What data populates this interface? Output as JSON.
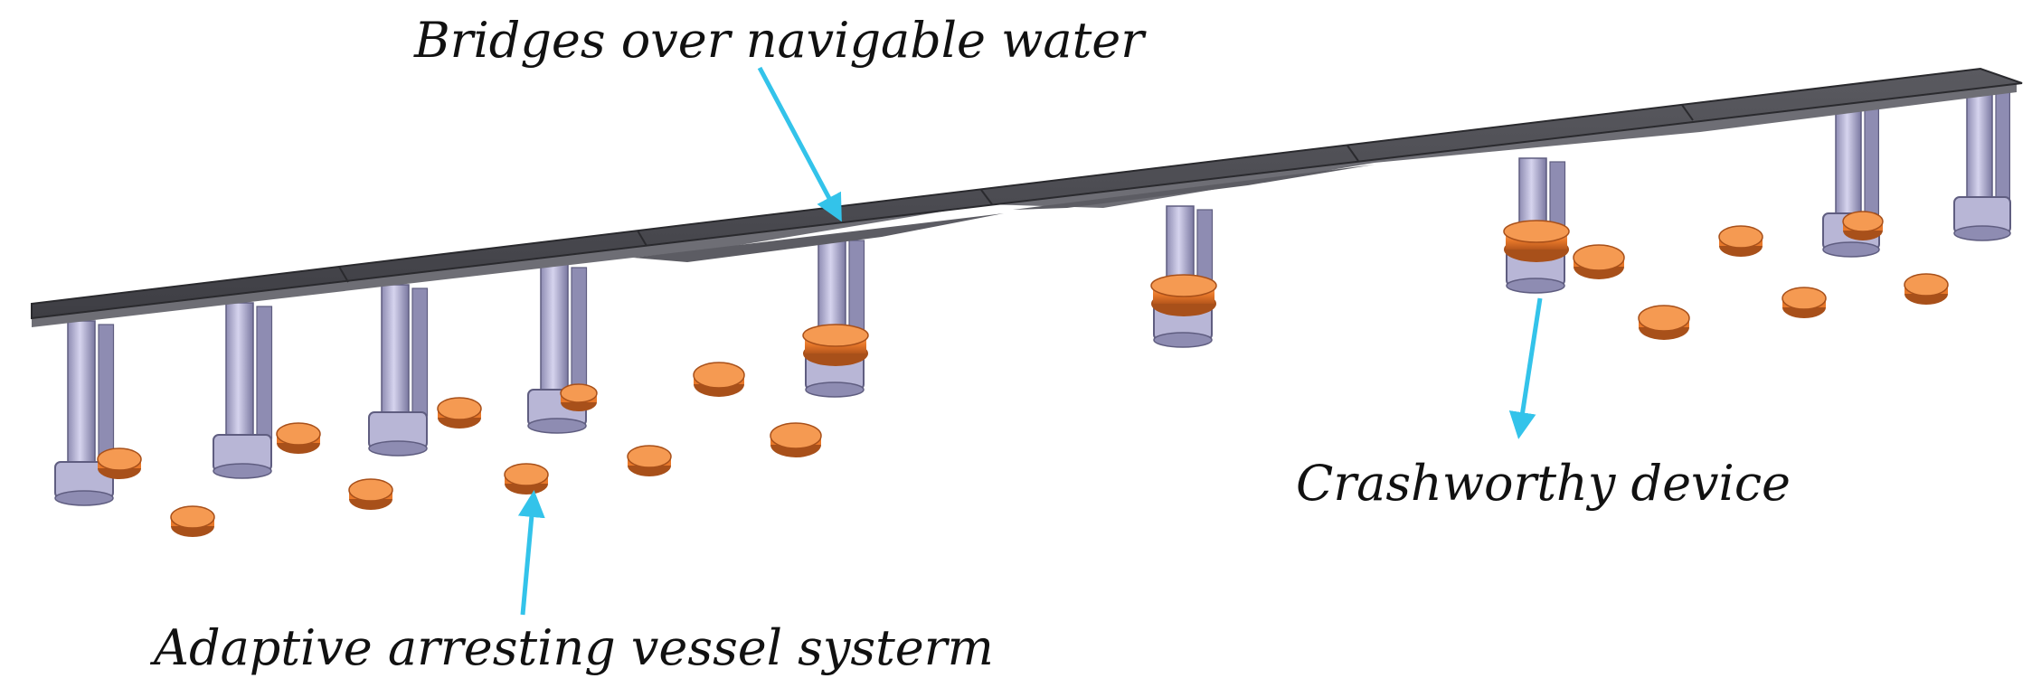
{
  "labels": {
    "bridge": "Bridges over navigable water",
    "crashworthy": "Crashworthy device",
    "arresting": "Adaptive arresting vessel systerm"
  },
  "colors": {
    "deck": "#4f4f55",
    "deck_edge": "#2a2a2e",
    "deck_side": "#6e6e75",
    "pier": "#b8b6d6",
    "pier_shade": "#8e8cb2",
    "pier_dark": "#5f5d80",
    "buoy": "#e8782a",
    "buoy_top": "#f59a52",
    "buoy_dark": "#a8501a",
    "arrow": "#33c3ea"
  }
}
